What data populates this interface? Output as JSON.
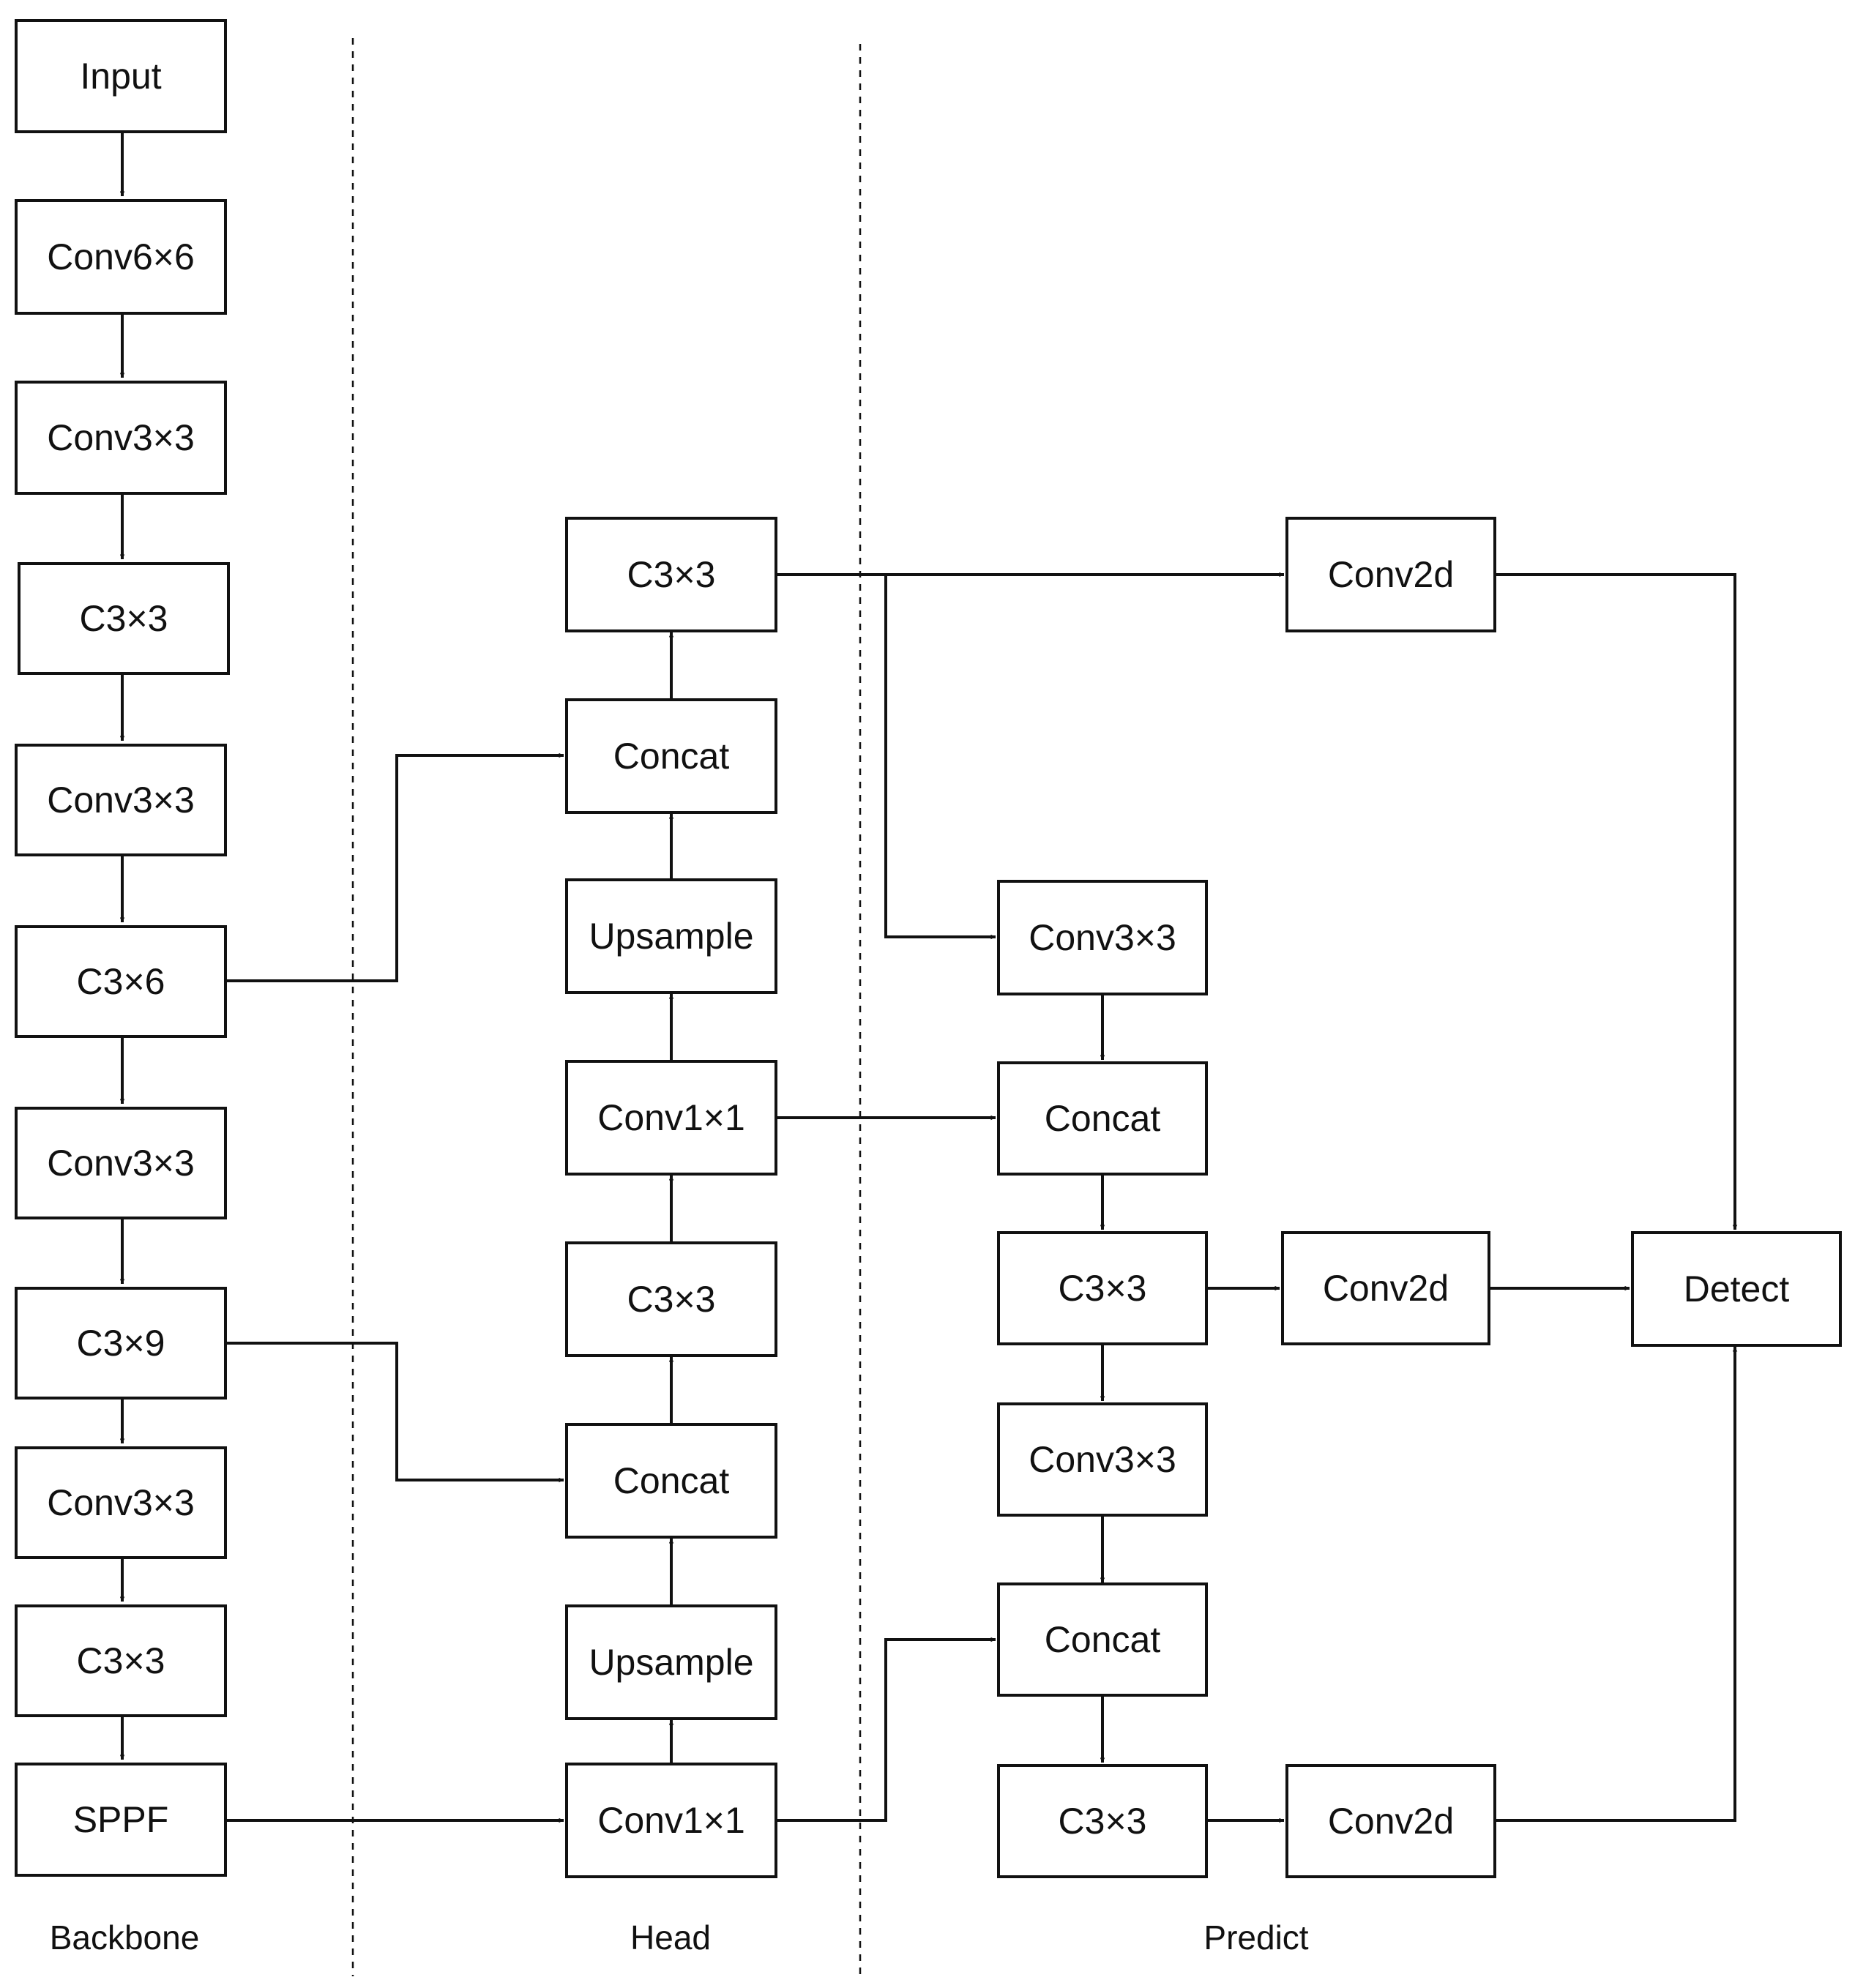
{
  "sections": {
    "backbone": "Backbone",
    "head": "Head",
    "predict": "Predict"
  },
  "backbone": {
    "input": "Input",
    "conv6": "Conv6×6",
    "conv3_a": "Conv3×3",
    "c3_a": "C3×3",
    "conv3_b": "Conv3×3",
    "c3_6": "C3×6",
    "conv3_c": "Conv3×3",
    "c3_9": "C3×9",
    "conv3_d": "Conv3×3",
    "c3_b": "C3×3",
    "sppf": "SPPF"
  },
  "head": {
    "c3_top": "C3×3",
    "concat_top": "Concat",
    "upsample_top": "Upsample",
    "conv1_top": "Conv1×1",
    "c3_mid": "C3×3",
    "concat_bottom": "Concat",
    "upsample_bottom": "Upsample",
    "conv1_bottom": "Conv1×1"
  },
  "predict": {
    "conv2d_top": "Conv2d",
    "conv3_a": "Conv3×3",
    "concat_a": "Concat",
    "c3_a": "C3×3",
    "conv2d_mid": "Conv2d",
    "detect": "Detect",
    "conv3_b": "Conv3×3",
    "concat_b": "Concat",
    "c3_b": "C3×3",
    "conv2d_bottom": "Conv2d"
  }
}
